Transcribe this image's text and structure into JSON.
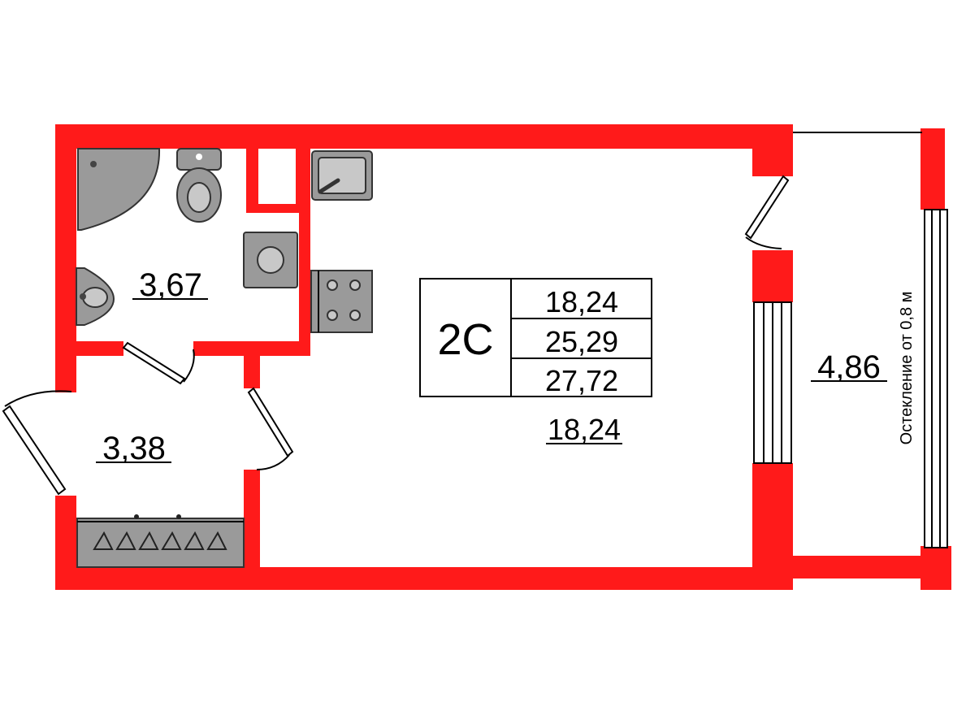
{
  "plan": {
    "unit_code": "2С",
    "summary_areas": [
      "18,24",
      "25,29",
      "27,72"
    ],
    "rooms": {
      "bathroom": "3,67",
      "hallway": "3,38",
      "living": "18,24",
      "balcony": "4,86"
    },
    "balcony_note": "Остекление от 0,8 м",
    "colors": {
      "wall": "#ff1a1a",
      "fixture": "#9a9a9a"
    }
  }
}
